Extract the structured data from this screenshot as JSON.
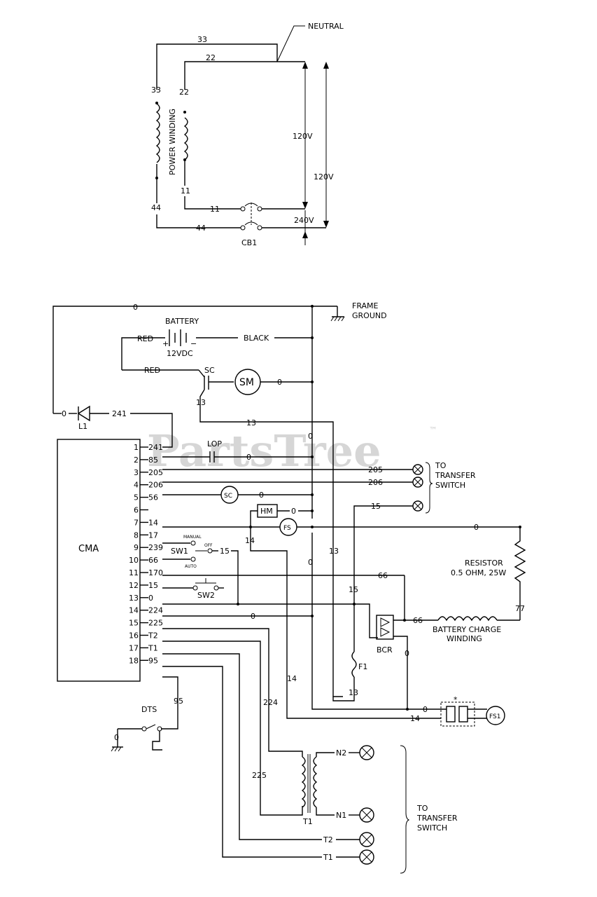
{
  "watermark": {
    "text": "PartsTree",
    "tm": "™"
  },
  "top": {
    "neutral": "NEUTRAL",
    "power_winding": "POWER WINDING",
    "w33": "33",
    "w22": "22",
    "w11": "11",
    "w44": "44",
    "v120a": "120V",
    "v120b": "120V",
    "v240": "240V",
    "cb1": "CB1"
  },
  "bottom": {
    "frame_ground": [
      "FRAME",
      "GROUND"
    ],
    "battery": "BATTERY",
    "battery_v": "12VDC",
    "red": "RED",
    "black": "BLACK",
    "sc": "SC",
    "sm": "SM",
    "l1": "L1",
    "cma": "CMA",
    "lop": "LOP",
    "hm": "HM",
    "fs": "FS",
    "fs1": "FS1",
    "sw1": "SW1",
    "sw2": "SW2",
    "manual": "MANUAL",
    "off": "OFF",
    "auto": "AUTO",
    "resistor": [
      "RESISTOR",
      "0.5 OHM, 25W"
    ],
    "charge_winding": [
      "BATTERY CHARGE",
      "WINDING"
    ],
    "bcr": "BCR",
    "f1": "F1",
    "dts": "DTS",
    "t1": "T1",
    "asterisk": "*",
    "to_transfer_1": [
      "TO",
      "TRANSFER",
      "SWITCH"
    ],
    "to_transfer_2": [
      "TO",
      "TRANSFER",
      "SWITCH"
    ],
    "wires": {
      "w0": "0",
      "w241": "241",
      "w13": "13",
      "w205": "205",
      "w206": "206",
      "w15": "15",
      "w66": "66",
      "w77": "77",
      "w14": "14",
      "w224": "224",
      "w225": "225",
      "w95": "95",
      "n1": "N1",
      "n2": "N2",
      "t1": "T1",
      "t2": "T2"
    },
    "pins": [
      {
        "n": "1",
        "w": "241"
      },
      {
        "n": "2",
        "w": "85"
      },
      {
        "n": "3",
        "w": "205"
      },
      {
        "n": "4",
        "w": "206"
      },
      {
        "n": "5",
        "w": "56"
      },
      {
        "n": "6",
        "w": ""
      },
      {
        "n": "7",
        "w": "14"
      },
      {
        "n": "8",
        "w": "17"
      },
      {
        "n": "9",
        "w": "239"
      },
      {
        "n": "10",
        "w": "66"
      },
      {
        "n": "11",
        "w": "170"
      },
      {
        "n": "12",
        "w": "15"
      },
      {
        "n": "13",
        "w": "0"
      },
      {
        "n": "14",
        "w": "224"
      },
      {
        "n": "15",
        "w": "225"
      },
      {
        "n": "16",
        "w": "T2"
      },
      {
        "n": "17",
        "w": "T1"
      },
      {
        "n": "18",
        "w": "95"
      }
    ]
  }
}
